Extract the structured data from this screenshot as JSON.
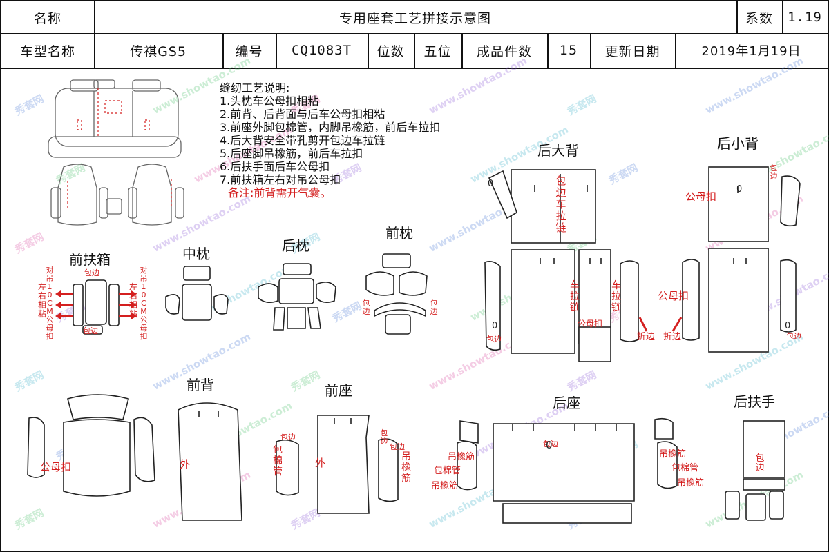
{
  "header": {
    "name_label": "名称",
    "title": "专用座套工艺拼接示意图",
    "coef_label": "系数",
    "coef_value": "1.19",
    "model_label": "车型名称",
    "model_value": "传祺GS5",
    "code_label": "编号",
    "code_value": "CQ1083T",
    "seats_label": "位数",
    "seats_value": "五位",
    "pieces_label": "成品件数",
    "pieces_value": "15",
    "date_label": "更新日期",
    "date_value": "2019年1月19日"
  },
  "notes": {
    "heading": "缝纫工艺说明:",
    "items": [
      "1.头枕车公母扣相粘",
      "2.前背、后背面与后车公母扣相粘",
      "3.前座外脚包棉管，内脚吊橡筋，前后车拉扣",
      "4.后大背安全带孔剪开包边车拉链",
      "5.后座脚吊橡筋，前后车拉扣",
      "6.后扶手面后车公母扣",
      "7.前扶箱左右对吊公母扣"
    ],
    "remark": "备注:前背需开气囊。"
  },
  "sections": {
    "rear_big_back": "后大背",
    "rear_small_back": "后小背",
    "front_armbox": "前扶箱",
    "middle_pillow": "中枕",
    "rear_pillow": "后枕",
    "front_pillow": "前枕",
    "front_back": "前背",
    "front_seat": "前座",
    "rear_seat": "后座",
    "rear_armrest": "后扶手"
  },
  "labels": {
    "baobian": "包边",
    "gongmukou": "公母扣",
    "bao_bian_che_la_lian": "包边车拉链",
    "che_la_lian": "车拉链",
    "zhebian": "折边",
    "duidiao_left": "对吊10CM公母扣",
    "zuoyou_xiangnian": "左右相粘",
    "wai": "外",
    "baomianguan": "包棉管",
    "diaoxiangjin": "吊橡筋",
    "zero": "0"
  },
  "watermark": {
    "text_a": "秀套网",
    "text_b": "www.showtao.com"
  },
  "colors": {
    "line": "#222222",
    "annotation_red": "#d41f1f"
  }
}
